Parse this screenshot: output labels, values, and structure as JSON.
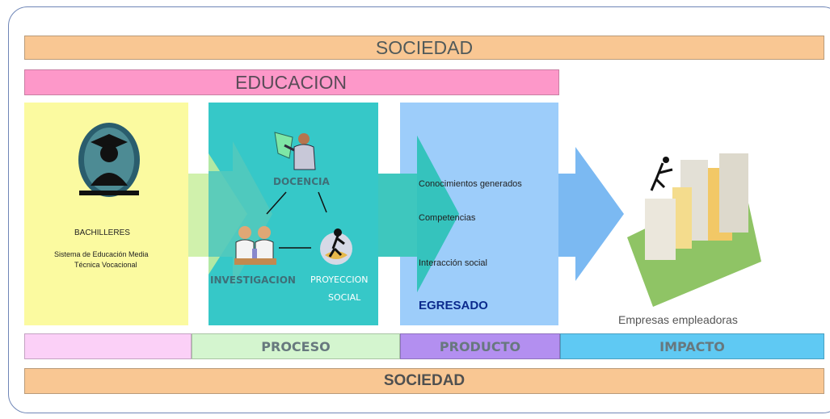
{
  "header": {
    "sociedad_top": "SOCIEDAD",
    "educacion": "EDUCACION"
  },
  "panels": {
    "bachilleres": {
      "title": "BACHILLERES",
      "line1": "Sistema de Educación Media",
      "line2": "Técnica Vocacional",
      "icon": "graduate-icon"
    },
    "proceso": {
      "docencia": "DOCENCIA",
      "investigacion": "INVESTIGACION",
      "proyeccion_line1": "PROYECCION",
      "proyeccion_line2": "SOCIAL",
      "icons": [
        "teacher-icon",
        "scientists-icon",
        "social-projection-icon"
      ]
    },
    "producto": {
      "items": [
        "Conocimientos generados",
        "Competencias",
        "Interacción social"
      ],
      "label": "EGRESADO"
    },
    "impacto": {
      "caption": "Empresas empleadoras",
      "icon": "businessman-buildings-icon"
    }
  },
  "phases": [
    "",
    "PROCESO",
    "PRODUCTO",
    "IMPACTO"
  ],
  "footer": {
    "sociedad_bottom": "SOCIEDAD"
  },
  "colors": {
    "sociedad": "#f9c793",
    "educacion": "#fd98c9",
    "bachilleres_panel": "#fbfaa0",
    "proceso_panel": "#36c8c8",
    "producto_panel": "#9dcdfa",
    "phase_empty": "#fbd0f7",
    "phase_proceso": "#d4f5cf",
    "phase_producto": "#b38ff0",
    "phase_impacto": "#5fc9f3"
  }
}
